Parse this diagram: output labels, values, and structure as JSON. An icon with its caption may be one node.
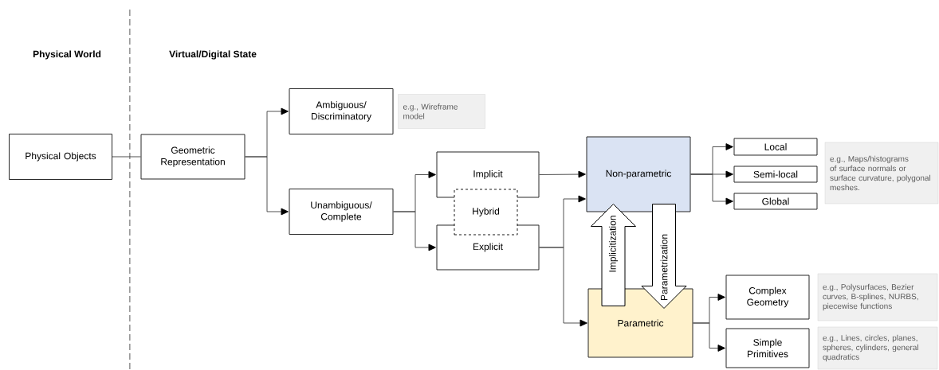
{
  "diagram": {
    "nodes": [
      {
        "text": [
          "Physical Objects"
        ]
      },
      {
        "text": [
          "Geometric Representation"
        ]
      },
      {
        "text": [
          "Ambiguous/ Discriminatory"
        ]
      },
      {
        "text": [
          "e.g., Wireframe model"
        ]
      },
      {
        "text": [
          "Unambiguous/ Complete"
        ]
      },
      {
        "text": [
          "Implicit"
        ]
      },
      {
        "text": [
          "Explicit"
        ]
      },
      {
        "text": [
          "Hybrid"
        ]
      },
      {
        "text": [
          "Non-parametric"
        ]
      },
      {
        "text": [
          "Local"
        ]
      },
      {
        "text": [
          "Semi-local"
        ]
      },
      {
        "text": [
          "Global"
        ]
      },
      {
        "text": [
          "e.g., Maps/histograms of surface normals or surface curvature, polygonal meshes."
        ]
      },
      {
        "text": [
          "Parametric"
        ]
      },
      {
        "text": [
          "Complex Geometry"
        ]
      },
      {
        "text": [
          "e.g., Polysurfaces, Bezier curves, B-splines, NURBS, piecewise functions"
        ]
      },
      {
        "text": [
          "Simple Primitives"
        ]
      },
      {
        "text": [
          "e.g., Lines, circles, planes, spheres, cylinders, general quadratics"
        ]
      }
    ],
    "edges": [
      {
        "from": 0,
        "to": 1,
        "arrow": "none"
      },
      {
        "from": 1,
        "to": 2,
        "arrow": "to"
      },
      {
        "from": 1,
        "to": 4,
        "arrow": "to"
      },
      {
        "from": 4,
        "to": 5,
        "arrow": "to"
      },
      {
        "from": 4,
        "to": 6,
        "arrow": "to"
      },
      {
        "from": 5,
        "to": 8,
        "arrow": "to"
      },
      {
        "from": 6,
        "to": 8,
        "arrow": "to"
      },
      {
        "from": 6,
        "to": 13,
        "arrow": "to"
      },
      {
        "from": 8,
        "to": 9,
        "arrow": "to"
      },
      {
        "from": 8,
        "to": 10,
        "arrow": "to"
      },
      {
        "from": 8,
        "to": 11,
        "arrow": "to"
      },
      {
        "from": 13,
        "to": 14,
        "arrow": "to"
      },
      {
        "from": 13,
        "to": 16,
        "arrow": "to"
      },
      {
        "from": 13,
        "to": 8,
        "arrow": "to",
        "label": "Implicitization",
        "style": "thick"
      },
      {
        "from": 8,
        "to": 13,
        "arrow": "to",
        "label": "Parametrization",
        "style": "thick"
      }
    ],
    "labels": [
      "Physical World",
      "Virtual/Digital State"
    ]
  }
}
